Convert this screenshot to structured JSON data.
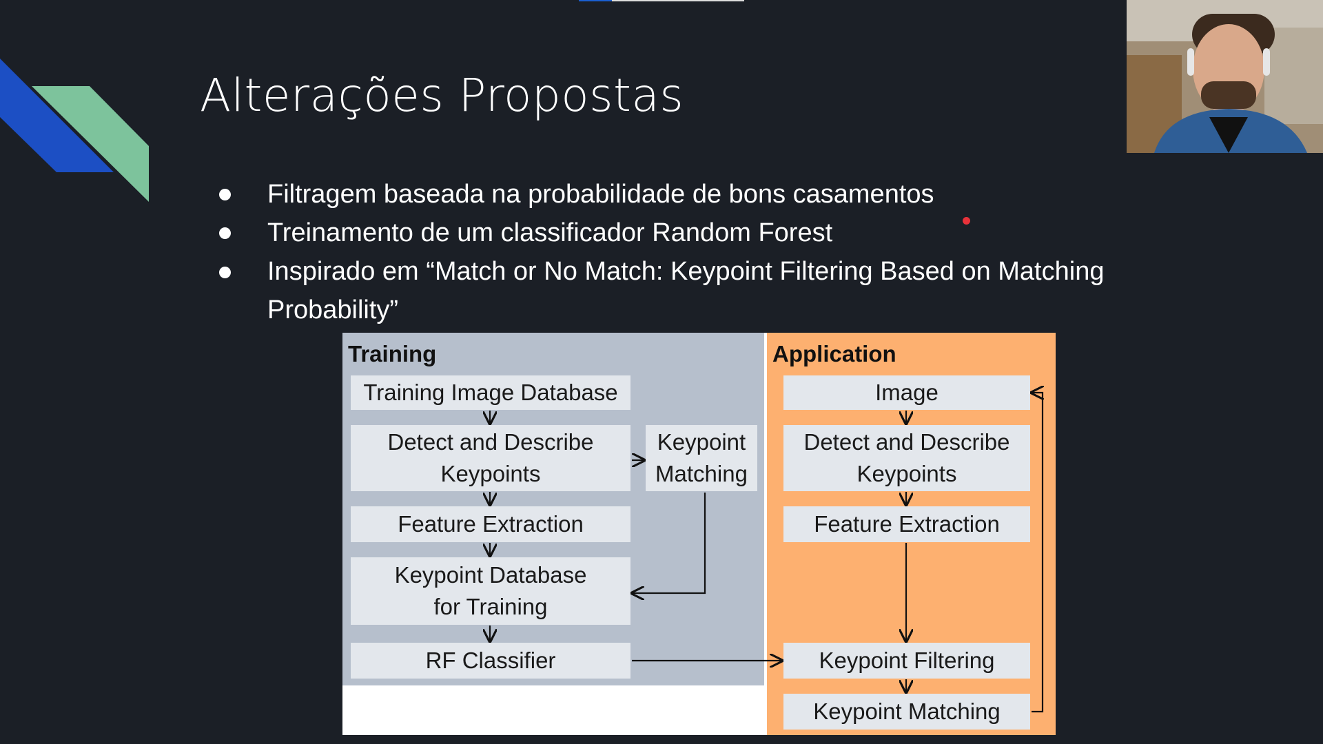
{
  "slide": {
    "title": "Alterações Propostas",
    "bullets": [
      "Filtragem baseada na probabilidade de bons casamentos",
      "Treinamento de um classificador Random Forest",
      "Inspirado em “Match or No Match: Keypoint Filtering Based on Matching",
      "Probability”"
    ]
  },
  "diagram": {
    "training": {
      "title": "Training",
      "boxes": {
        "database": "Training Image Database",
        "detect": "Detect and Describe\nKeypoints",
        "matching": "Keypoint\nMatching",
        "features": "Feature Extraction",
        "kp_db": "Keypoint Database\nfor Training",
        "rf": "RF Classifier"
      }
    },
    "application": {
      "title": "Application",
      "boxes": {
        "image": "Image",
        "detect": "Detect and Describe\nKeypoints",
        "features": "Feature Extraction",
        "filtering": "Keypoint Filtering",
        "matching": "Keypoint Matching"
      }
    }
  },
  "colors": {
    "background": "#1b1f26",
    "training_panel": "#b6bfcc",
    "application_panel": "#fdb070",
    "box_fill": "#e3e7ec",
    "accent_green": "#7dc39c",
    "accent_blue": "#1c4fc4",
    "laser_pointer": "#e8323a"
  },
  "webcam": {
    "description_icon": "presenter-video-icon"
  }
}
